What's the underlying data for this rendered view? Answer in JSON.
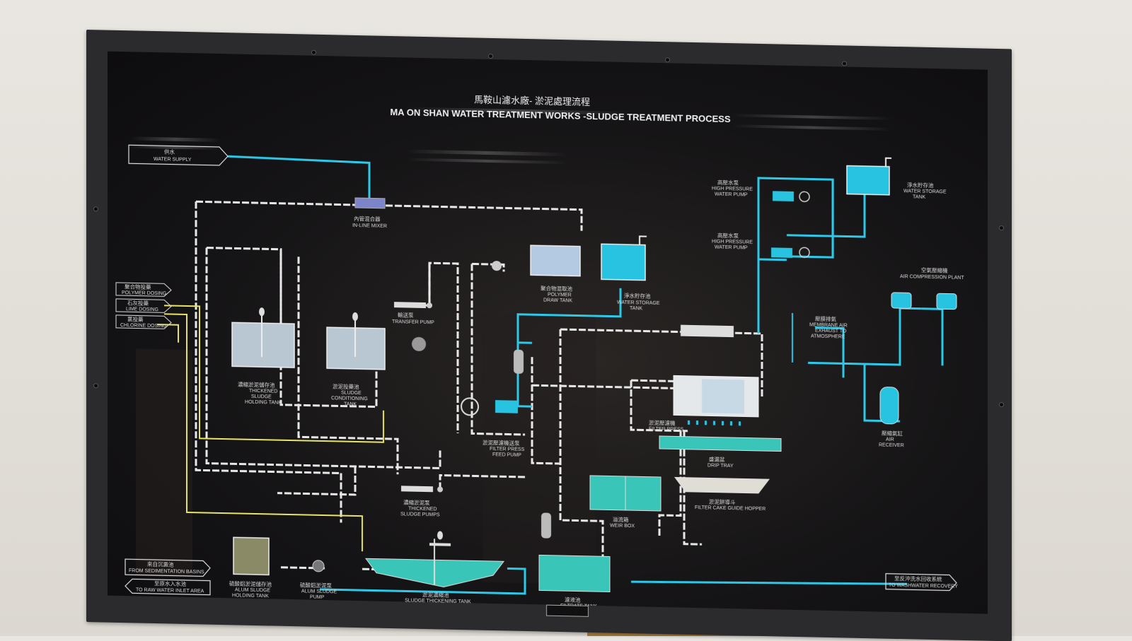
{
  "title": {
    "zh": "馬鞍山濾水廠- 淤泥處理流程",
    "en": "MA ON SHAN WATER TREATMENT WORKS -SLUDGE TREATMENT PROCESS"
  },
  "labels": {
    "water_supply": {
      "zh": "供水",
      "en": "WATER SUPPLY"
    },
    "inline_mixer": {
      "zh": "內管混合器",
      "en": "IN-LINE MIXER"
    },
    "polymer_dosing": {
      "zh": "聚合物投藥",
      "en": "POLYMER DOSING"
    },
    "lime_dosing": {
      "zh": "石灰投藥",
      "en": "LIME DOSING"
    },
    "chlorine_dosing": {
      "zh": "氯投藥",
      "en": "CHLORINE DOSING"
    },
    "thickened_holding": {
      "zh": "濃縮淤泥儲存池",
      "en1": "THICKENED",
      "en2": "SLUDGE",
      "en3": "HOLDING TANK"
    },
    "conditioning": {
      "zh": "淤泥投藥池",
      "en1": "SLUDGE",
      "en2": "CONDITIONING",
      "en3": "TANK"
    },
    "transfer_pump": {
      "zh": "輸送泵",
      "en": "TRANSFER PUMP"
    },
    "polymer_draw": {
      "zh": "聚合物混取池",
      "en1": "POLYMER",
      "en2": "DRAW TANK"
    },
    "water_storage_tank": {
      "zh": "淨水貯存池",
      "en1": "WATER STORAGE",
      "en2": "TANK"
    },
    "hp_pump_1": {
      "zh": "高壓水泵",
      "en1": "HIGH PRESSURE",
      "en2": "WATER PUMP"
    },
    "hp_pump_2": {
      "zh": "高壓水泵",
      "en1": "HIGH PRESSURE",
      "en2": "WATER PUMP"
    },
    "water_storage_top": {
      "zh": "淨水貯存池",
      "en1": "WATER STORAGE",
      "en2": "TANK"
    },
    "air_compression": {
      "zh": "空氣壓縮機",
      "en": "AIR COMPRESSION PLANT"
    },
    "membrane_exhaust": {
      "zh": "壓膜排氣",
      "en1": "MEMBRANE AIR",
      "en2": "EXHAUST TO",
      "en3": "ATMOSPHERE"
    },
    "air_receiver": {
      "zh": "壓縮氣缸",
      "en1": "AIR",
      "en2": "RECEIVER"
    },
    "filter_press": {
      "zh": "淤泥壓濾機",
      "en": "FILTER PRESS"
    },
    "feed_pump": {
      "zh": "淤泥壓濾機送泵",
      "en1": "FILTER PRESS",
      "en2": "FEED PUMP"
    },
    "drip_tray": {
      "zh": "盛漏盆",
      "en": "DRIP TRAY"
    },
    "cake_hopper": {
      "zh": "淤泥餅導斗",
      "en": "FILTER CAKE GUIDE HOPPER"
    },
    "weir_box": {
      "zh": "溢流箱",
      "en": "WEIR BOX"
    },
    "thickened_pumps": {
      "zh": "濃縮淤泥泵",
      "en1": "THICKENED",
      "en2": "SLUDGE PUMPS"
    },
    "from_sed": {
      "zh": "來自沉澱池",
      "en": "FROM SEDIMENTATION BASINS"
    },
    "to_raw": {
      "zh": "至原水入水池",
      "en": "TO RAW WATER INLET AREA"
    },
    "alum_holding": {
      "zh": "硫酸鋁淤泥儲存池",
      "en1": "ALUM SLUDGE",
      "en2": "HOLDING TANK"
    },
    "alum_pump": {
      "zh": "硫酸鋁淤泥泵",
      "en1": "ALUM SLUDGE",
      "en2": "PUMP"
    },
    "thickening_tank": {
      "zh": "淤泥濃縮池",
      "en": "SLUDGE THICKENING TANK"
    },
    "filtrate_tank": {
      "zh": "濾液池",
      "en": "FILTRATE TANK"
    },
    "washwater": {
      "zh": "至反沖洗水回收系統",
      "en": "TO WASHWATER RECOVERY"
    }
  },
  "colors": {
    "pipe_white": "#e8e8e8",
    "pipe_cyan": "#2ec9e8",
    "pipe_yellow": "#e7e36a",
    "tank_cyan": "#27c3e0",
    "tank_teal": "#39c6b8",
    "frame": "#2b2a2d"
  }
}
